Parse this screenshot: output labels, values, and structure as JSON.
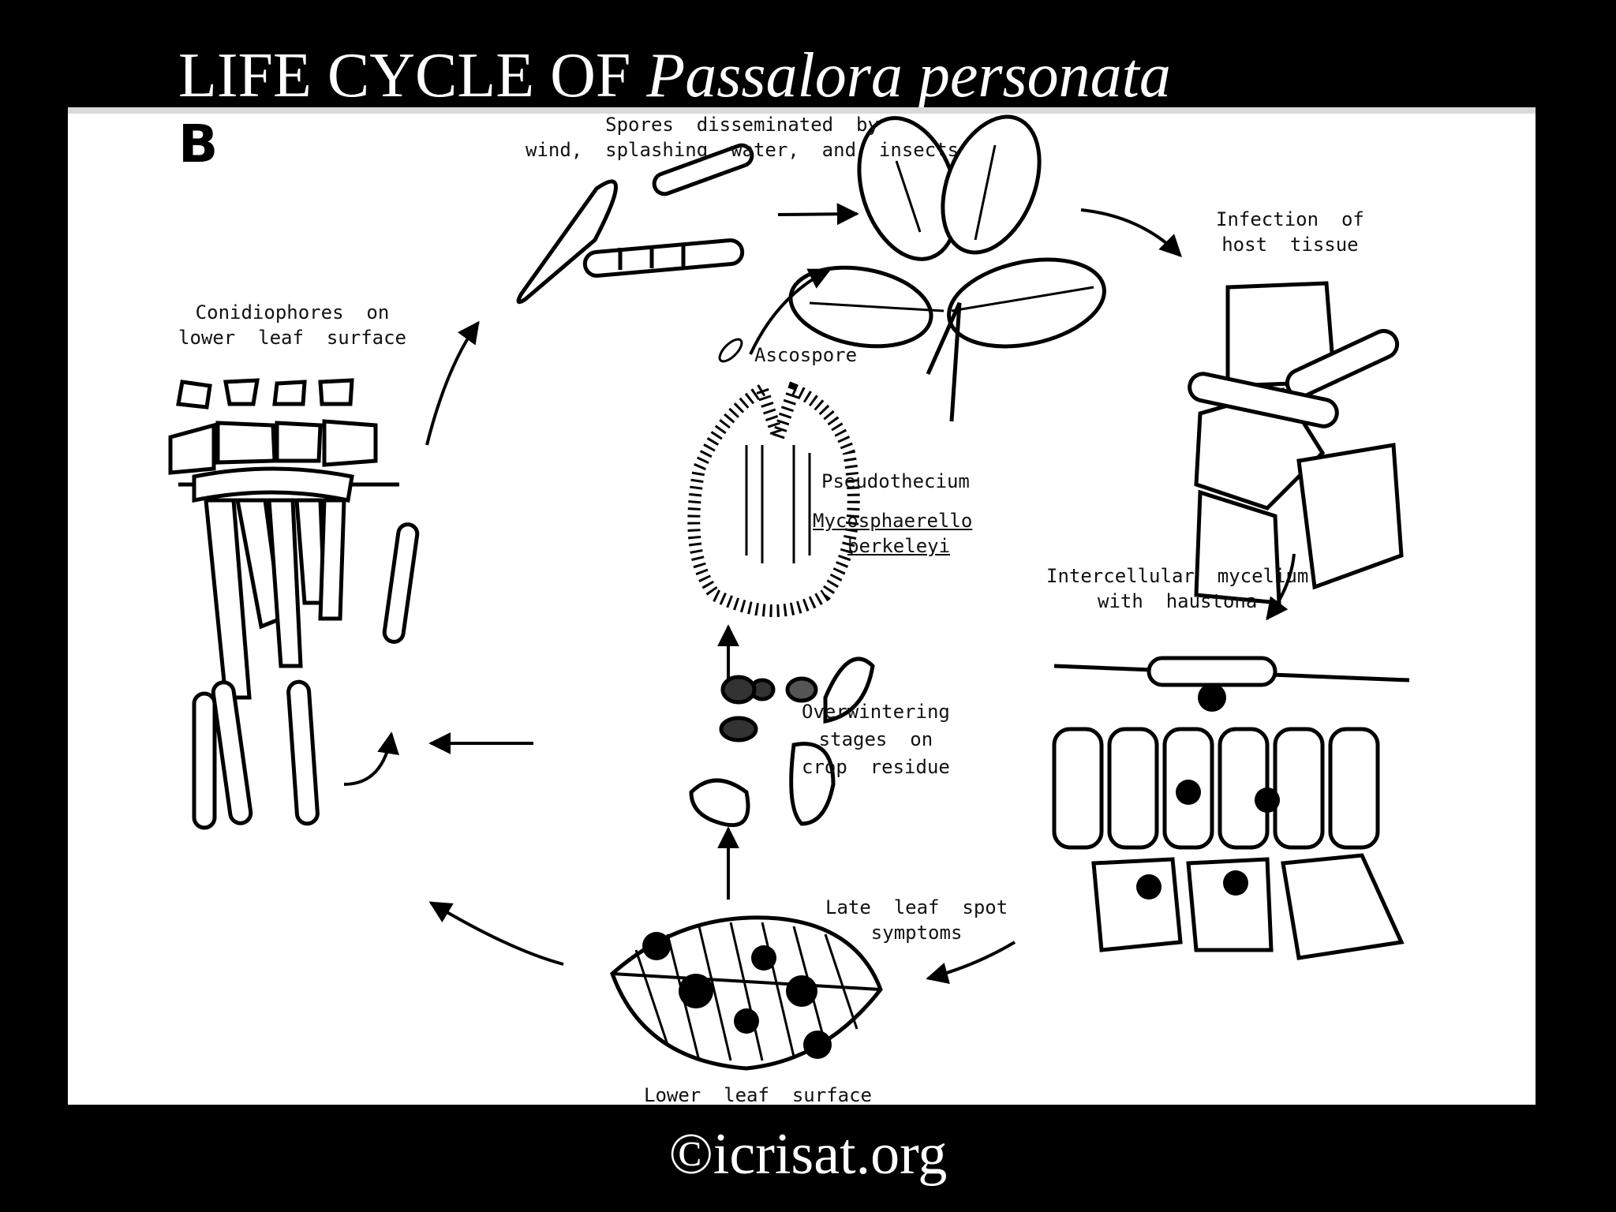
{
  "title": {
    "prefix": "LIFE CYCLE OF ",
    "species": "Passalora personata"
  },
  "panel_letter": "B",
  "labels": {
    "spores": "Spores  disseminated  by\nwind,  splashing  water,  and  insects",
    "infection": "Infection  of\nhost  tissue",
    "conidiophores": "Conidiophores  on\nlower  leaf  surface",
    "ascospore": "Ascospore",
    "pseudothecium": "Pseudothecium",
    "mycosphaerella_1": "Mycosphaerello",
    "mycosphaerella_2": "berkeleyi",
    "intercellular": "Intercellular  mycelium\nwith  haustona",
    "overwintering": "Overwintering\nstages  on\ncrop  residue",
    "late_leaf_spot": "Late  leaf  spot\nsymptoms",
    "lower_leaf": "Lower  leaf  surface"
  },
  "copyright": "©icrisat.org"
}
